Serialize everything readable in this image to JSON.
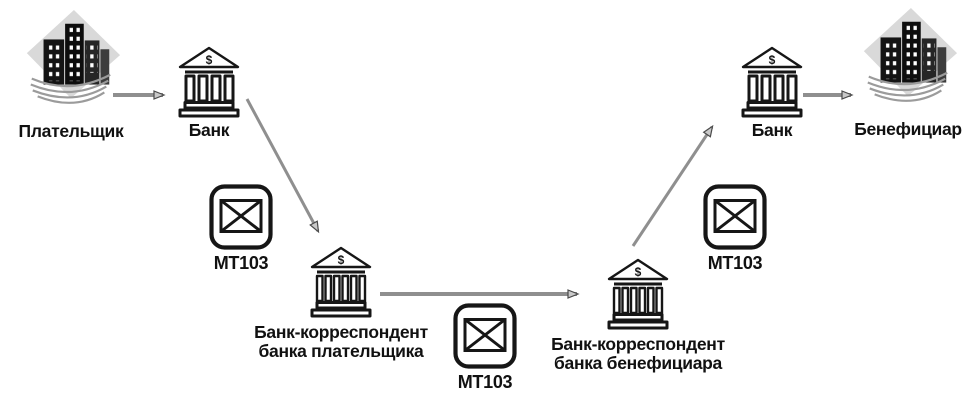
{
  "colors": {
    "bg": "#ffffff",
    "ink": "#161616",
    "text": "#111111",
    "arrow": "#8f8f8f",
    "ahfill": "#c9c9c9",
    "ahstroke": "#4a4a4a",
    "diamond": "#d9d9d9"
  },
  "nodes": {
    "payer": {
      "label": "Плательщик",
      "icon": "office-buildings"
    },
    "payer_bank": {
      "label": "Банк",
      "icon": "bank"
    },
    "mt103_first": {
      "label": "MT103",
      "icon": "envelope"
    },
    "payer_corr_bank": {
      "label_lines": [
        "Банк-корреспондент",
        "банка плательщика"
      ],
      "icon": "bank"
    },
    "mt103_middle": {
      "label": "MT103",
      "icon": "envelope"
    },
    "benef_corr_bank": {
      "label_lines": [
        "Банк-корреспондент",
        "банка бенефициара"
      ],
      "icon": "bank"
    },
    "mt103_last": {
      "label": "MT103",
      "icon": "envelope"
    },
    "benef_bank": {
      "label": "Банк",
      "icon": "bank"
    },
    "beneficiary": {
      "label": "Бенефициар",
      "icon": "office-buildings"
    }
  },
  "edges": [
    {
      "from": "payer",
      "to": "payer_bank",
      "direction": "right"
    },
    {
      "from": "payer_bank",
      "to": "payer_corr_bank",
      "direction": "down-right"
    },
    {
      "from": "payer_corr_bank",
      "to": "benef_corr_bank",
      "direction": "right"
    },
    {
      "from": "benef_corr_bank",
      "to": "benef_bank",
      "direction": "up-right"
    },
    {
      "from": "benef_bank",
      "to": "beneficiary",
      "direction": "right"
    }
  ]
}
